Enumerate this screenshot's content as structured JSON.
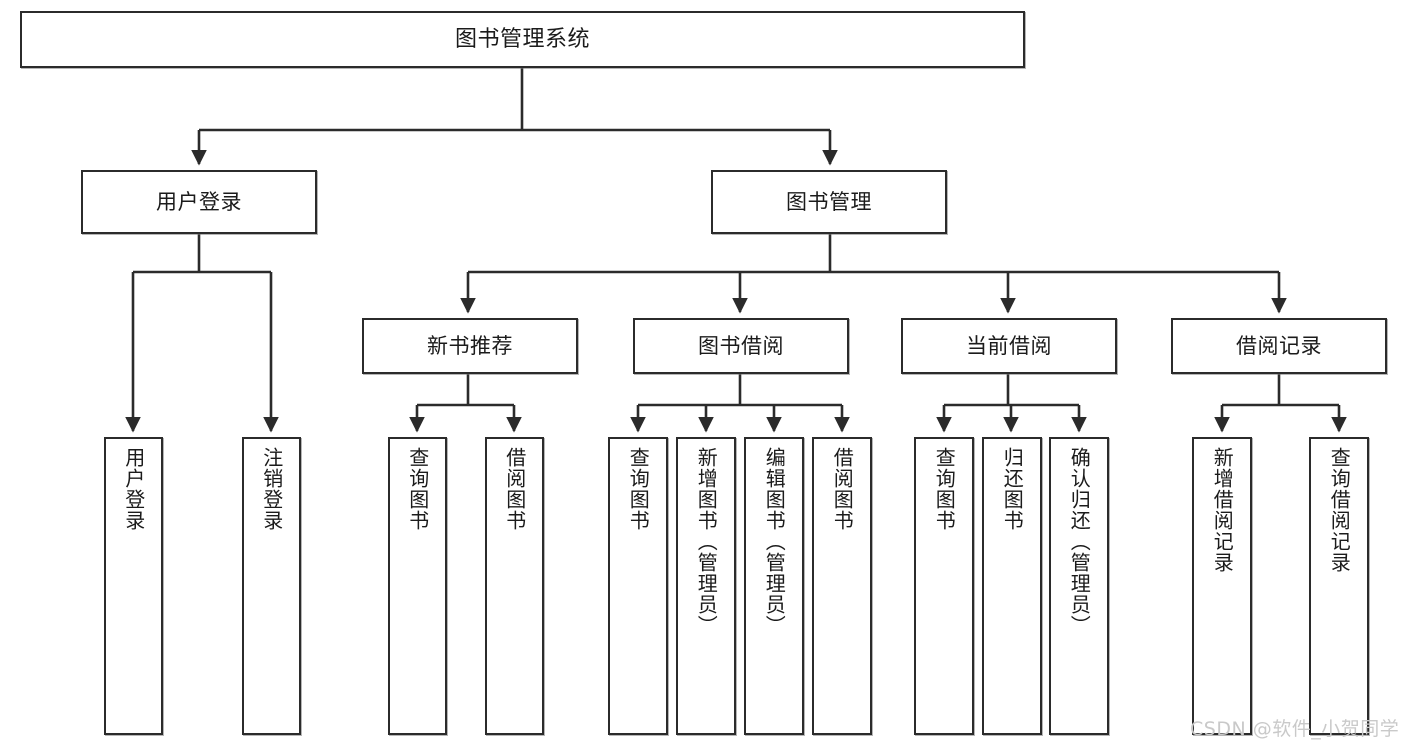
{
  "diagram": {
    "title": "图书管理系统",
    "type": "tree",
    "watermark": "CSDN @软件_小贺同学",
    "colors": {
      "box_border": "#2b2b2b",
      "box_fill": "#ffffff",
      "edge": "#2b2b2b",
      "watermark": "#c9c9c9"
    },
    "nodes": {
      "root": {
        "label": "图书管理系统"
      },
      "level2": [
        {
          "id": "user-login",
          "label": "用户登录"
        },
        {
          "id": "book-manage",
          "label": "图书管理"
        }
      ],
      "level3": [
        {
          "id": "new-book-rec",
          "label": "新书推荐"
        },
        {
          "id": "book-borrow",
          "label": "图书借阅"
        },
        {
          "id": "current-borrow",
          "label": "当前借阅"
        },
        {
          "id": "borrow-record",
          "label": "借阅记录"
        }
      ],
      "leaves": {
        "user-login": [
          {
            "id": "leaf-user-login",
            "label": "用户登录"
          },
          {
            "id": "leaf-logout",
            "label": "注销登录"
          }
        ],
        "new-book-rec": [
          {
            "id": "leaf-query-book-1",
            "label": "查询图书"
          },
          {
            "id": "leaf-borrow-book-1",
            "label": "借阅图书"
          }
        ],
        "book-borrow": [
          {
            "id": "leaf-query-book-2",
            "label": "查询图书"
          },
          {
            "id": "leaf-add-book",
            "label": "新增图书（管理员）"
          },
          {
            "id": "leaf-edit-book",
            "label": "编辑图书（管理员）"
          },
          {
            "id": "leaf-borrow-book-2",
            "label": "借阅图书"
          }
        ],
        "current-borrow": [
          {
            "id": "leaf-query-book-3",
            "label": "查询图书"
          },
          {
            "id": "leaf-return-book",
            "label": "归还图书"
          },
          {
            "id": "leaf-confirm-return",
            "label": "确认归还（管理员）"
          }
        ],
        "borrow-record": [
          {
            "id": "leaf-add-record",
            "label": "新增借阅记录"
          },
          {
            "id": "leaf-query-record",
            "label": "查询借阅记录"
          }
        ]
      }
    }
  }
}
